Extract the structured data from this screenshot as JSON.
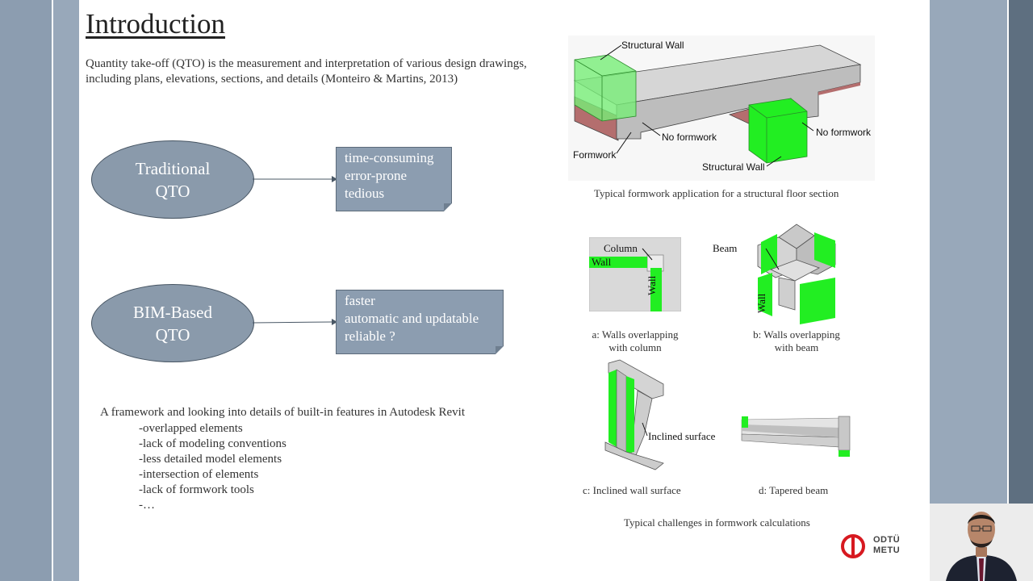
{
  "slide": {
    "title": "Introduction",
    "intro": "Quantity take-off (QTO) is the measurement and interpretation of various design drawings, including plans, elevations, sections, and details (Monteiro & Martins, 2013)",
    "traditional": {
      "label": "Traditional\nQTO",
      "notes": [
        "time-consuming",
        "error-prone",
        "tedious"
      ]
    },
    "bim": {
      "label": "BIM-Based\nQTO",
      "notes": [
        "faster",
        "automatic and updatable",
        "reliable ?"
      ]
    },
    "framework": {
      "heading": "A framework and looking into details of built-in features in Autodesk Revit",
      "items": [
        "-overlapped elements",
        "-lack of modeling conventions",
        "-less detailed model elements",
        "-intersection of elements",
        "-lack of formwork tools",
        "-…"
      ]
    },
    "figure_top": {
      "labels": {
        "structural_wall_top": "Structural Wall",
        "no_formwork_1": "No formwork",
        "no_formwork_2": "No formwork",
        "formwork": "Formwork",
        "structural_wall_bottom": "Structural Wall"
      },
      "caption": "Typical formwork application for a structural floor section"
    },
    "figure_bottom": {
      "a": {
        "column": "Column",
        "wall_h": "Wall",
        "wall_v": "Wall",
        "caption": "a: Walls overlapping\nwith column"
      },
      "b": {
        "beam": "Beam",
        "wall": "Wall",
        "caption": "b: Walls overlapping\nwith beam"
      },
      "c": {
        "label": "Inclined surface",
        "caption": "c: Inclined wall surface"
      },
      "d": {
        "caption": "d: Tapered beam"
      },
      "caption": "Typical challenges in formwork calculations"
    },
    "logo": {
      "line1": "ODTÜ",
      "line2": "METU"
    }
  },
  "colors": {
    "accent_green": "#22ee22",
    "formwork_red": "#b46e6e",
    "shape_fill": "#8a9aab",
    "logo_red": "#d71920"
  }
}
